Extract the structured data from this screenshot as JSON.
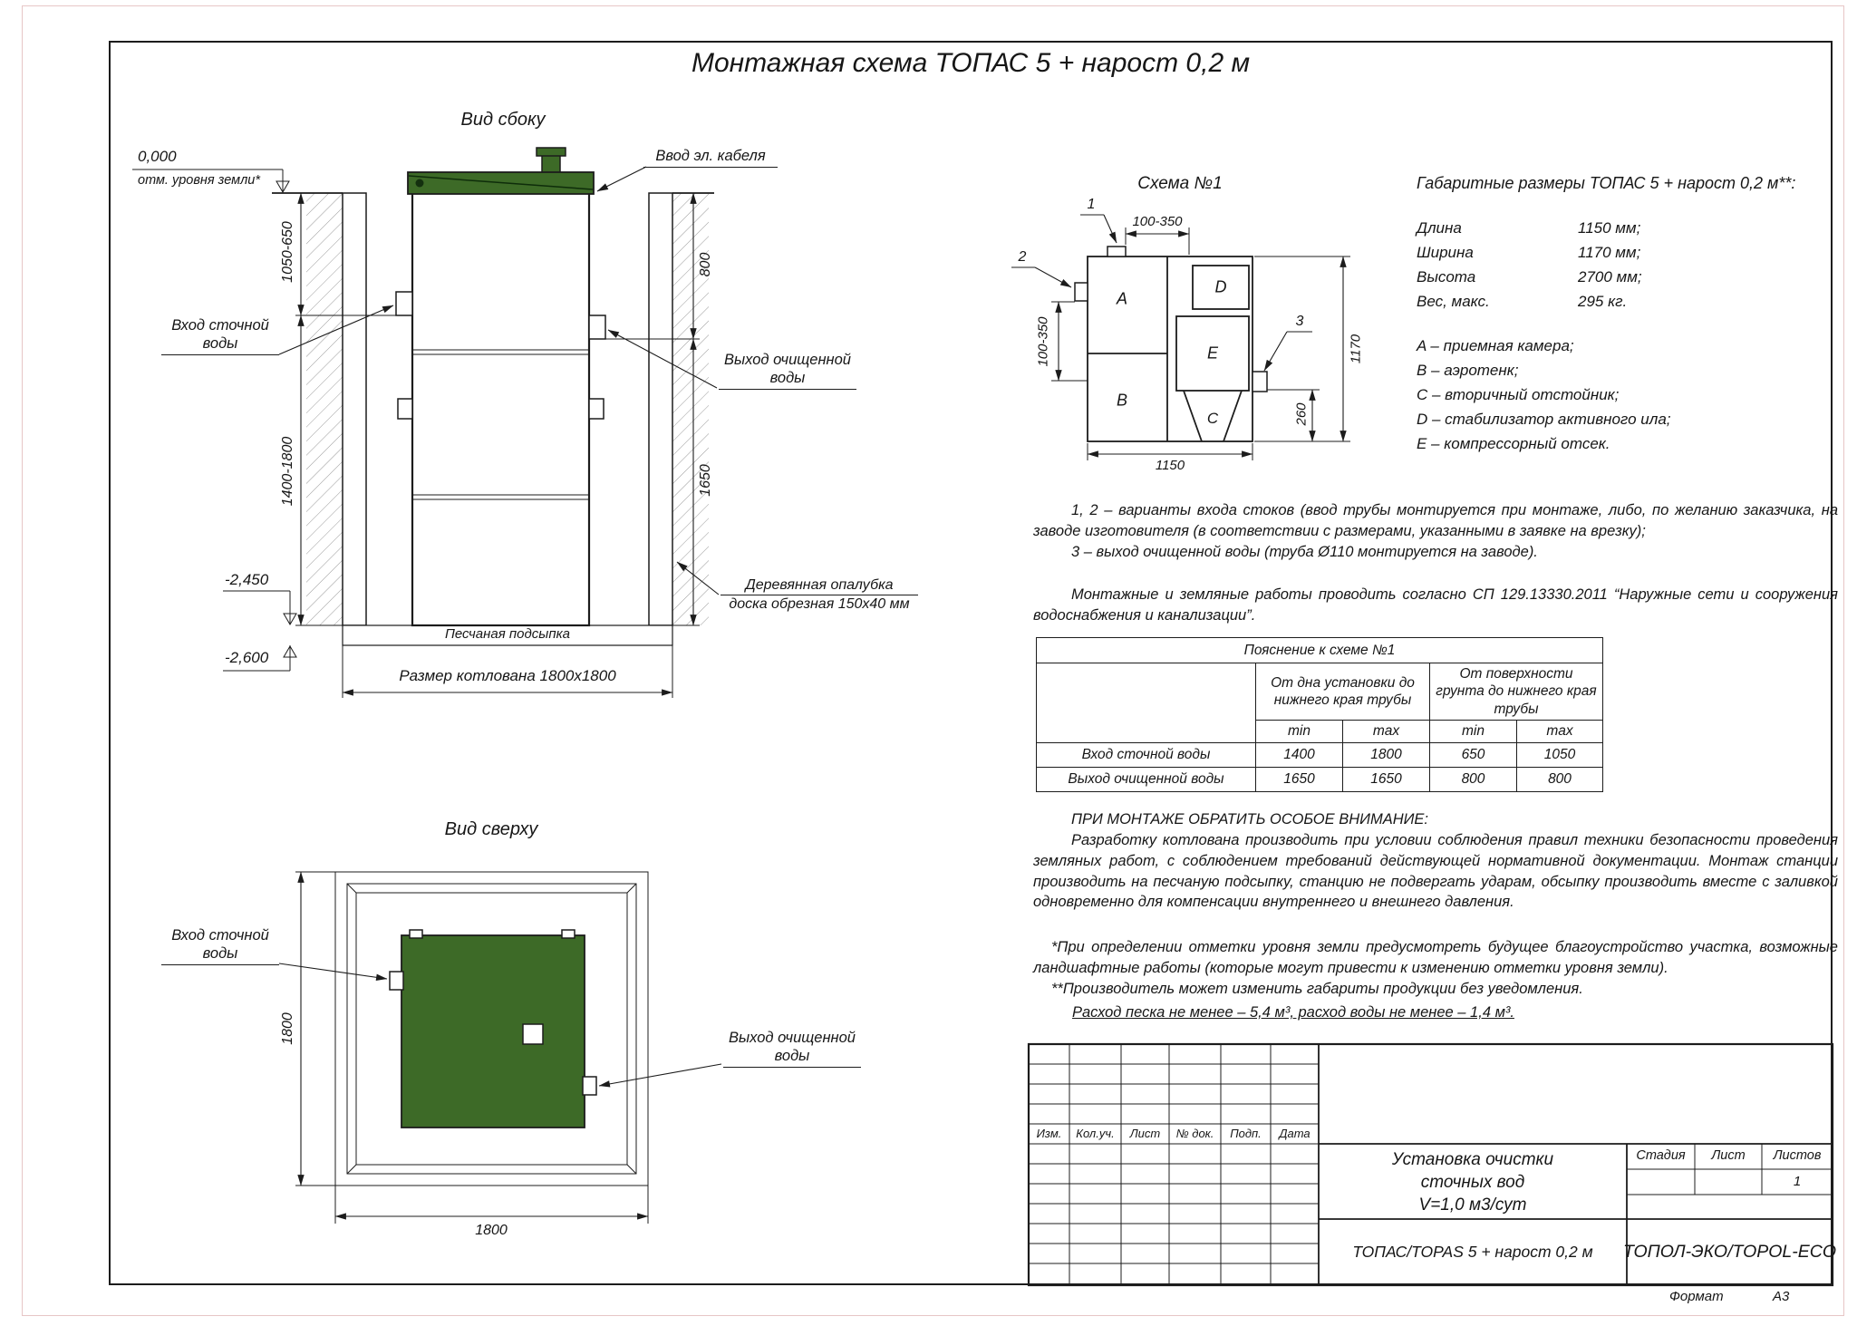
{
  "page": {
    "title": "Монтажная схема ТОПАС 5 + нарост 0,2 м",
    "format_label": "Формат",
    "format_value": "А3"
  },
  "colors": {
    "lid_green": "#3d6a27",
    "line": "#1c1c1c"
  },
  "side_view": {
    "label": "Вид сбоку",
    "level_zero": "0,000",
    "level_zero_note": "отм. уровня земли*",
    "cable_entry": "Ввод эл. кабеля",
    "inlet_label": "Вход сточной воды",
    "outlet_label": "Выход очищенной воды",
    "dim_ground_to_inlet": "1050-650",
    "dim_inlet_depth": "1400-1800",
    "dim_ground_to_outlet": "800",
    "dim_outlet_depth": "1650",
    "level_bottom_unit": "-2,450",
    "level_bottom_pit": "-2,600",
    "sand_label": "Песчаная подсыпка",
    "pit_size_label": "Размер котлована 1800х1800",
    "formwork_line1": "Деревянная опалубка",
    "formwork_line2": "доска обрезная 150х40 мм"
  },
  "top_view": {
    "label": "Вид сверху",
    "inlet_label": "Вход сточной воды",
    "outlet_label": "Выход очищенной воды",
    "dim_width": "1800",
    "dim_height": "1800"
  },
  "schema": {
    "label": "Схема №1",
    "marker1": "1",
    "marker2": "2",
    "marker3": "3",
    "dim_top": "100-350",
    "dim_left": "100-350",
    "dim_width": "1150",
    "dim_height": "1170",
    "dim_outlet": "260",
    "comp_a": "A",
    "comp_b": "B",
    "comp_c": "C",
    "comp_d": "D",
    "comp_e": "E"
  },
  "specs": {
    "title": "Габаритные размеры ТОПАС 5 + нарост 0,2 м**:",
    "rows": [
      {
        "name": "Длина",
        "value": "1150 мм;"
      },
      {
        "name": "Ширина",
        "value": "1170 мм;"
      },
      {
        "name": "Высота",
        "value": "2700 мм;"
      },
      {
        "name": "Вес, макс.",
        "value": "295 кг."
      }
    ],
    "legend": [
      "A – приемная камера;",
      "B – аэротенк;",
      "C – вторичный отстойник;",
      "D – стабилизатор активного ила;",
      "E – компрессорный отсек."
    ]
  },
  "notes": {
    "variants1": "1, 2 – варианты входа  стоков (ввод трубы монтируется при монтаже, либо, по желанию заказчика, на заводе изготовителя (в соответствии с размерами, указанными в заявке на врезку);",
    "variants2": "3 – выход очищенной воды (труба Ø110 монтируется на заводе).",
    "regulations": "Монтажные и земляные работы проводить согласно СП 129.13330.2011 “Наружные сети и сооружения водоснабжения и канализации”.",
    "attention_title": "ПРИ МОНТАЖЕ ОБРАТИТЬ ОСОБОЕ ВНИМАНИЕ:",
    "attention_body": "Разработку котлована производить при условии соблюдения правил техники безопасности проведения земляных работ, с соблюдением требований действующей нормативной документации. Монтаж станции производить на песчаную подсыпку, станцию не подвергать ударам, обсыпку производить вместе с заливкой одновременно для компенсации внутреннего и внешнего давления.",
    "footnote1": "*При определении отметки уровня земли предусмотреть будущее благоустройство участка, возможные ландшафтные работы (которые могут привести к изменению отметки уровня земли).",
    "footnote2": "**Производитель может изменить габариты продукции без уведомления.",
    "consumption": "Расход песка не менее – 5,4 м³, расход воды не менее – 1,4 м³."
  },
  "pipe_table": {
    "title": "Пояснение к схеме №1",
    "group1": "От дна установки до нижнего края трубы",
    "group2": "От поверхности грунта до нижнего края трубы",
    "min": "min",
    "max": "max",
    "rows": [
      {
        "name": "Вход сточной воды",
        "v1": "1400",
        "v2": "1800",
        "v3": "650",
        "v4": "1050"
      },
      {
        "name": "Выход очищенной воды",
        "v1": "1650",
        "v2": "1650",
        "v3": "800",
        "v4": "800"
      }
    ]
  },
  "title_block": {
    "col_headers": [
      "Изм.",
      "Кол.уч.",
      "Лист",
      "№ док.",
      "Подп.",
      "Дата"
    ],
    "project_line1": "Установка очистки",
    "project_line2": "сточных вод",
    "project_line3": "V=1,0 м3/сут",
    "stage_label": "Стадия",
    "sheet_label": "Лист",
    "sheets_label": "Листов",
    "sheets_value": "1",
    "product": "ТОПАС/TOPAS 5 + нарост 0,2 м",
    "company": "ТОПОЛ-ЭКО/TOPOL-ECO"
  }
}
